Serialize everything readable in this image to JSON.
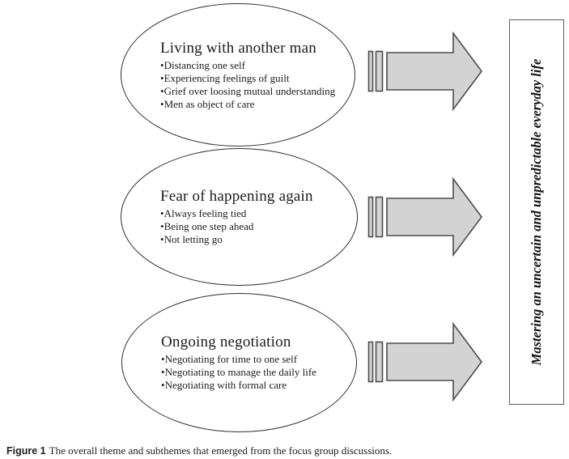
{
  "figure": {
    "themes": [
      {
        "title": "Living with another man",
        "subthemes": [
          "Distancing one self",
          "Experiencing feelings of guilt",
          "Grief over loosing mutual understanding",
          "Men as object of care"
        ]
      },
      {
        "title": "Fear of happening again",
        "subthemes": [
          "Always feeling tied",
          "Being one step ahead",
          "Not letting go"
        ]
      },
      {
        "title": "Ongoing negotiation",
        "subthemes": [
          "Negotiating for time to one self",
          "Negotiating to manage the daily life",
          "Negotiating with formal care"
        ]
      }
    ],
    "overall_theme": "Mastering an uncertain and unpredictable everyday life",
    "caption": {
      "label": "Figure 1",
      "text": "The overall theme and subthemes that emerged from the focus group discussions."
    },
    "colors": {
      "arrow_fill": "#d3d3d3",
      "arrow_stroke": "#4c4c4c",
      "ellipse_stroke": "#2d2d2d",
      "box_stroke": "#5a5a5a"
    }
  }
}
